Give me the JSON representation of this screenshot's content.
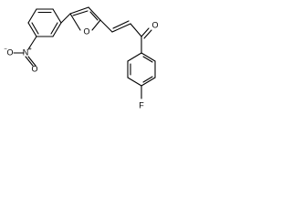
{
  "structure": {
    "atoms": {
      "nitro_n": "N",
      "nitro_o_upper": "O",
      "nitro_o_lower": "O",
      "furan_o": "O",
      "ketone_o": "O",
      "fluorine": "F"
    },
    "charges": {
      "nitro_n": "+",
      "nitro_o_minus": "−"
    }
  }
}
